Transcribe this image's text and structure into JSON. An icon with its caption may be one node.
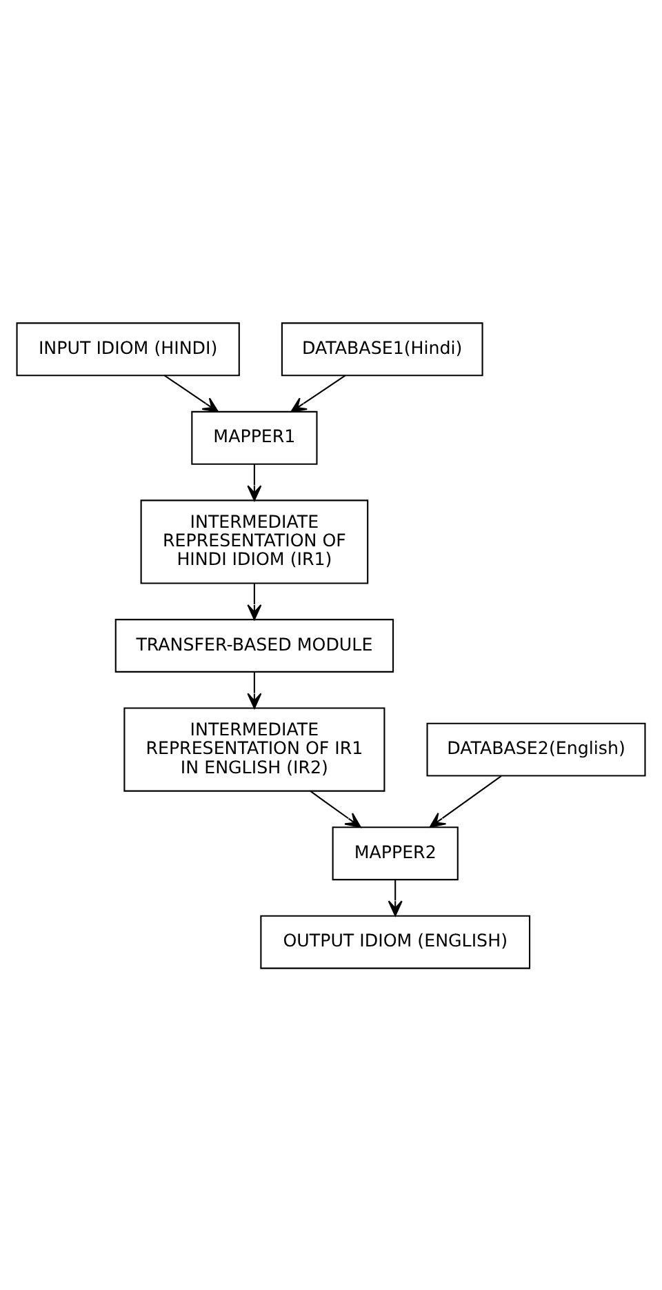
{
  "diagram": {
    "nodes": [
      {
        "text": [
          "INPUT IDIOM (HINDI)"
        ]
      },
      {
        "text": [
          "MAPPER1"
        ]
      },
      {
        "text": [
          "DATABASE1(Hindi)"
        ]
      },
      {
        "text": [
          "INTERMEDIATE REPRESENTATION OF HINDI IDIOM (IR1)"
        ]
      },
      {
        "text": [
          "TRANSFER-BASED MODULE"
        ]
      },
      {
        "text": [
          "INTERMEDIATE REPRESENTATION OF IR1 IN ENGLISH (IR2)"
        ]
      },
      {
        "text": [
          "DATABASE2(English)"
        ]
      },
      {
        "text": [
          "MAPPER2"
        ]
      },
      {
        "text": [
          "OUTPUT IDIOM (ENGLISH)"
        ]
      }
    ],
    "edges": [
      {
        "from": 0,
        "to": 1,
        "arrow": "to"
      },
      {
        "from": 2,
        "to": 1,
        "arrow": "to"
      },
      {
        "from": 1,
        "to": 3,
        "arrow": "to"
      },
      {
        "from": 3,
        "to": 4,
        "arrow": "to"
      },
      {
        "from": 4,
        "to": 5,
        "arrow": "to"
      },
      {
        "from": 5,
        "to": 7,
        "arrow": "to"
      },
      {
        "from": 6,
        "to": 7,
        "arrow": "to"
      },
      {
        "from": 7,
        "to": 8,
        "arrow": "to"
      }
    ]
  }
}
